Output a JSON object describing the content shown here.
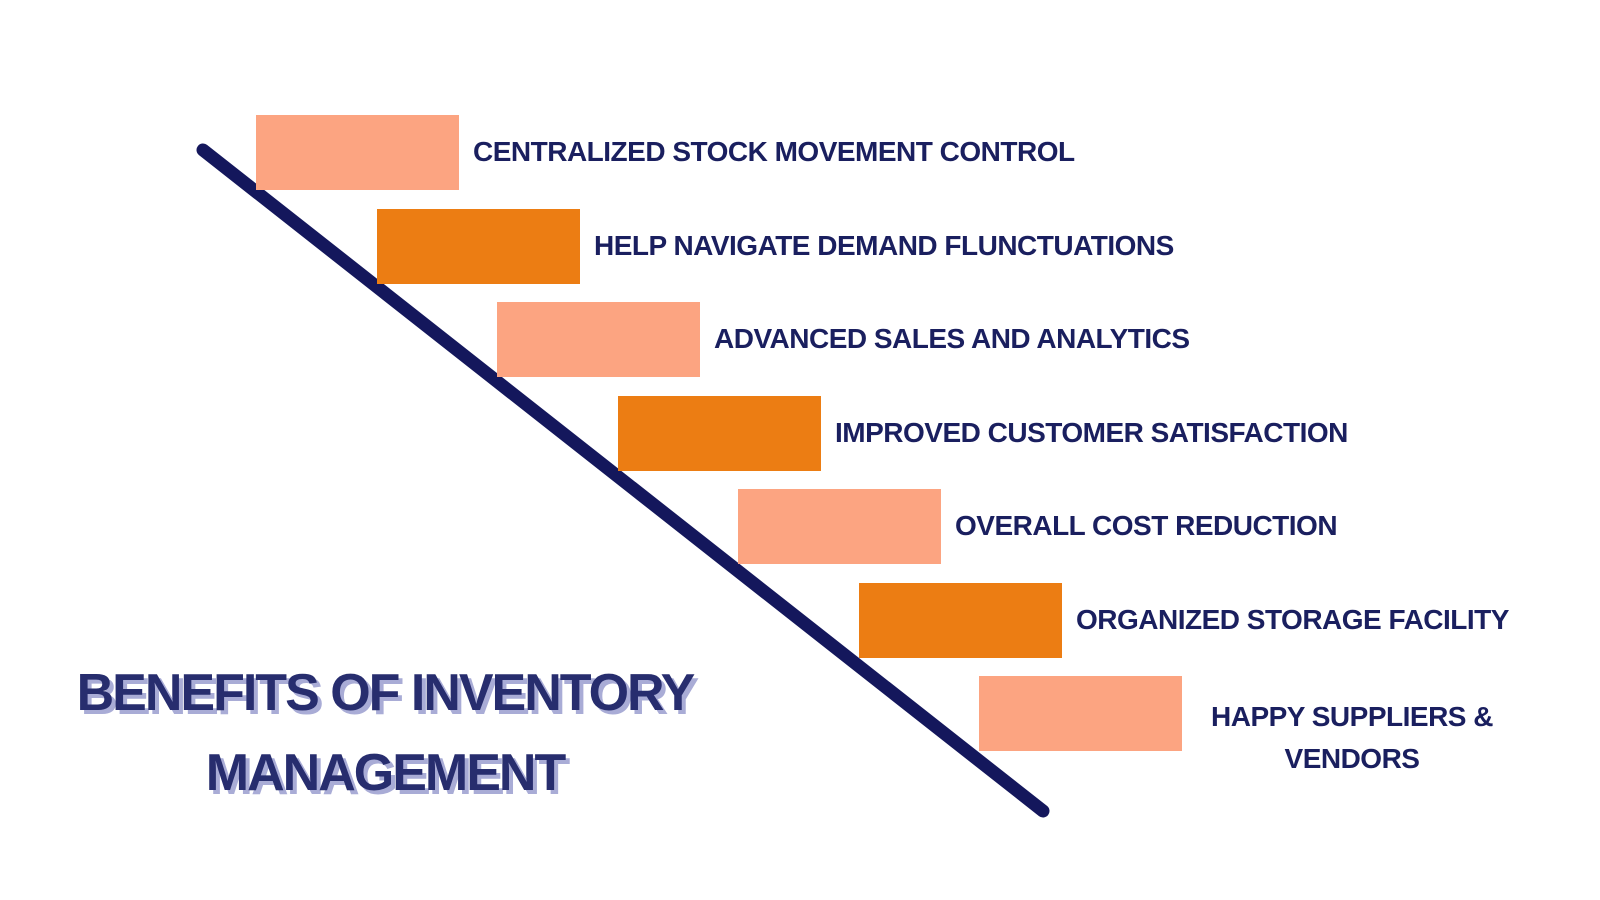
{
  "title": {
    "line1": "BENEFITS OF INVENTORY",
    "line2": "MANAGEMENT"
  },
  "colors": {
    "background": "#FFFFFF",
    "salmon": "#FCA481",
    "orange": "#EC7D13",
    "line_navy": "#14175C",
    "label_navy": "#1A1F5F",
    "title_navy": "#272D6E",
    "title_shadow": "#A9ACD6"
  },
  "steps": [
    {
      "label": "CENTRALIZED STOCK MOVEMENT CONTROL",
      "lines": [
        "CENTRALIZED STOCK MOVEMENT CONTROL"
      ],
      "fill": "salmon"
    },
    {
      "label": "HELP NAVIGATE DEMAND FLUNCTUATIONS",
      "lines": [
        "HELP NAVIGATE DEMAND FLUNCTUATIONS"
      ],
      "fill": "orange"
    },
    {
      "label": "ADVANCED SALES AND ANALYTICS",
      "lines": [
        "ADVANCED SALES AND ANALYTICS"
      ],
      "fill": "salmon"
    },
    {
      "label": "IMPROVED CUSTOMER SATISFACTION",
      "lines": [
        "IMPROVED CUSTOMER SATISFACTION"
      ],
      "fill": "orange"
    },
    {
      "label": "OVERALL COST REDUCTION",
      "lines": [
        "OVERALL COST REDUCTION"
      ],
      "fill": "salmon"
    },
    {
      "label": "ORGANIZED STORAGE FACILITY",
      "lines": [
        "ORGANIZED STORAGE FACILITY"
      ],
      "fill": "orange"
    },
    {
      "label": "HAPPY SUPPLIERS & VENDORS",
      "lines": [
        "HAPPY SUPPLIERS &",
        "VENDORS"
      ],
      "fill": "salmon"
    }
  ]
}
